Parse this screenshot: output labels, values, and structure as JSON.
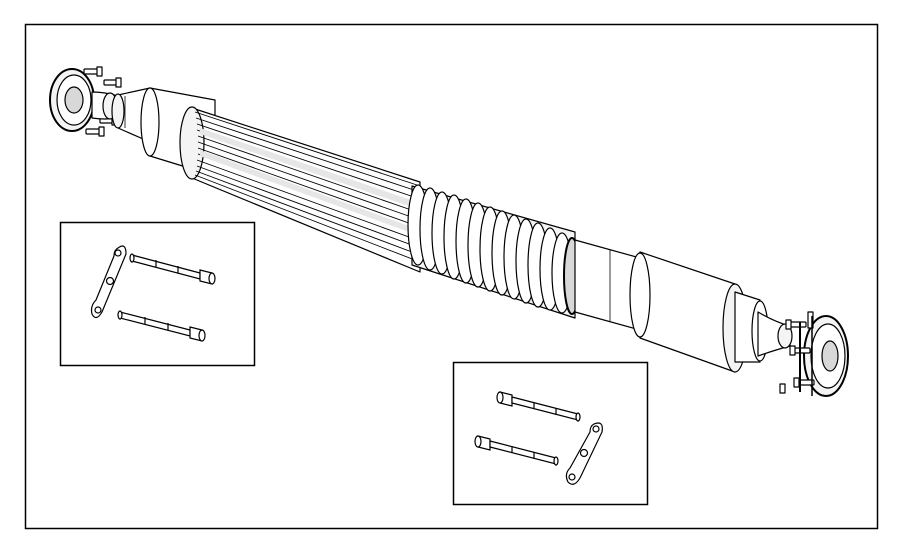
{
  "diagram": {
    "background": "#ffffff",
    "line_color": "#000000",
    "light_fill": "#f4f4f4",
    "mid_fill": "#d8d8d8",
    "parts": [
      "outer-frame",
      "driveshaft-assembly",
      "left-flange-yoke",
      "left-end-tube",
      "splined-shaft-section",
      "boot-bellows",
      "right-tube",
      "right-end-tube",
      "right-flange-yoke",
      "detail-box-left",
      "detail-box-right"
    ]
  }
}
